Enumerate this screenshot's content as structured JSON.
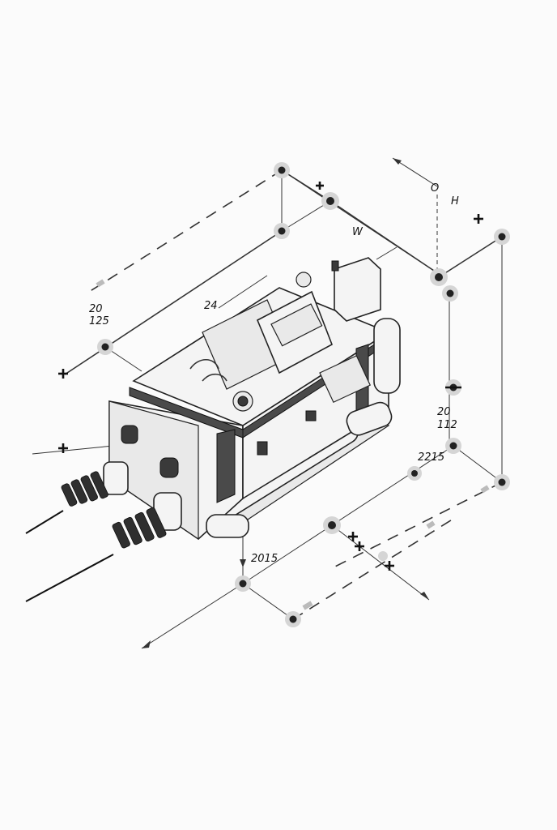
{
  "labels": {
    "w": "W",
    "o": "O",
    "h": "H",
    "l24": "24",
    "l20a": "20",
    "l125": "125",
    "l20b": "20",
    "l112": "112",
    "l2215": "2215",
    "l2015": "2015"
  },
  "colors": {
    "ink": "#222222",
    "dash_dark": "#555555",
    "dash_light": "#b5b5b5",
    "node_ring": "#d0d0d0"
  },
  "icons": [
    "dimension-node-icon",
    "plus-marker-icon",
    "arrowhead-icon"
  ]
}
